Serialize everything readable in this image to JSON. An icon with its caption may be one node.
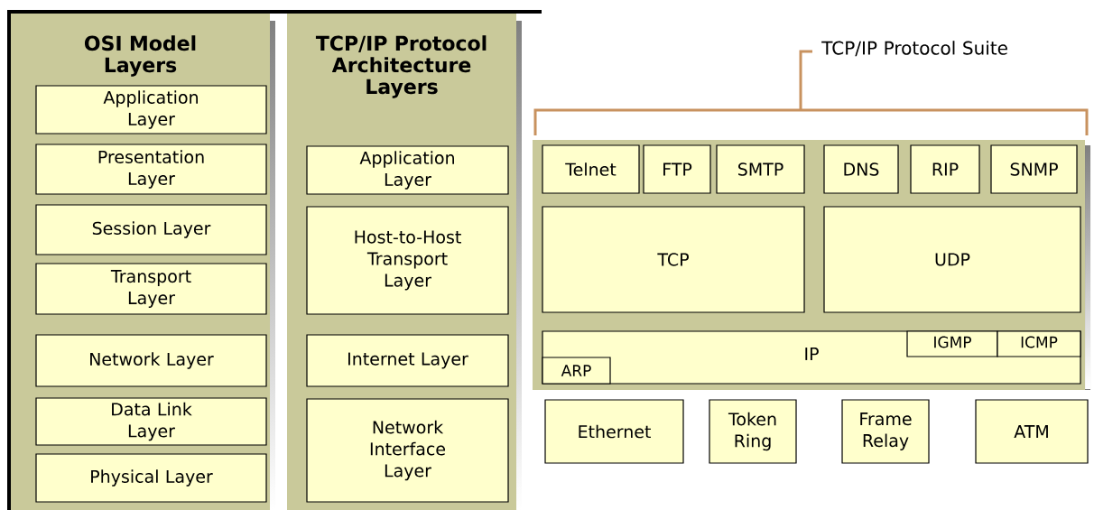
{
  "diagram": {
    "nodes": [
      {
        "text": [
          "OSI Model Layers"
        ]
      },
      {
        "text": [
          "Application Layer"
        ],
        "in": 0
      },
      {
        "text": [
          "Presentation Layer"
        ],
        "in": 0
      },
      {
        "text": [
          "Session Layer"
        ],
        "in": 0
      },
      {
        "text": [
          "Transport Layer"
        ],
        "in": 0
      },
      {
        "text": [
          "Network Layer"
        ],
        "in": 0
      },
      {
        "text": [
          "Data Link Layer"
        ],
        "in": 0
      },
      {
        "text": [
          "Physical Layer"
        ],
        "in": 0
      },
      {
        "text": [
          "TCP/IP Protocol Architecture Layers"
        ]
      },
      {
        "text": [
          "Application Layer"
        ],
        "in": 8
      },
      {
        "text": [
          "Host-to-Host Transport Layer"
        ],
        "in": 8
      },
      {
        "text": [
          "Internet Layer"
        ],
        "in": 8
      },
      {
        "text": [
          "Network Interface Layer"
        ],
        "in": 8
      },
      {
        "text": [
          "TCP/IP Protocol Suite"
        ]
      },
      {
        "text": [
          "Telnet"
        ],
        "in": 13
      },
      {
        "text": [
          "FTP"
        ],
        "in": 13
      },
      {
        "text": [
          "SMTP"
        ],
        "in": 13
      },
      {
        "text": [
          "DNS"
        ],
        "in": 13
      },
      {
        "text": [
          "RIP"
        ],
        "in": 13
      },
      {
        "text": [
          "SNMP"
        ],
        "in": 13
      },
      {
        "text": [
          "TCP"
        ],
        "in": 13
      },
      {
        "text": [
          "UDP"
        ],
        "in": 13
      },
      {
        "text": [
          "IP"
        ],
        "in": 13
      },
      {
        "text": [
          "IGMP"
        ],
        "in": 22
      },
      {
        "text": [
          "ICMP"
        ],
        "in": 22
      },
      {
        "text": [
          "ARP"
        ],
        "in": 22
      },
      {
        "text": [
          "Ethernet"
        ]
      },
      {
        "text": [
          "Token Ring"
        ]
      },
      {
        "text": [
          "Frame Relay"
        ]
      },
      {
        "text": [
          "ATM"
        ]
      }
    ]
  }
}
